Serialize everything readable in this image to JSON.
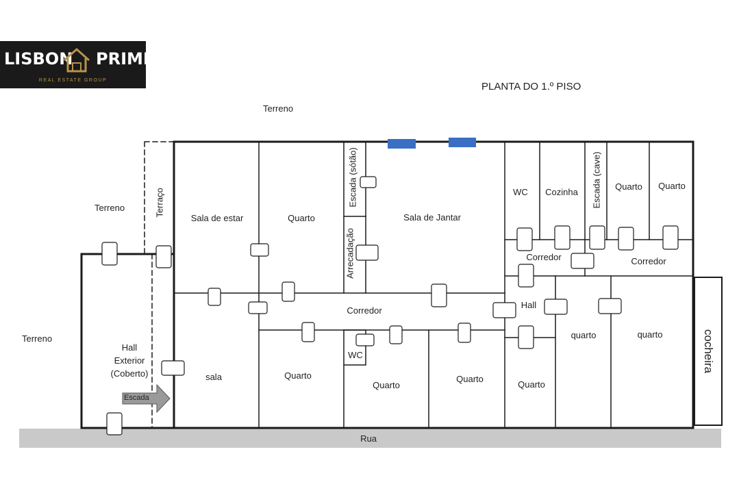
{
  "brand": {
    "left": "LISBON",
    "right": "PRIME",
    "sub": "REAL ESTATE GROUP"
  },
  "title": "PLANTA DO 1.º PISO",
  "surroundings": {
    "terreno_top": "Terreno",
    "terreno_left_upper": "Terreno",
    "terreno_left_lower": "Terreno",
    "rua": "Rua"
  },
  "rooms": {
    "terraco": "Terraço",
    "sala_de_estar": "Sala de estar",
    "quarto_top": "Quarto",
    "escada_sotao": "Escada (sótão)",
    "arrecadacao": "Arrecadação",
    "sala_de_jantar": "Sala de Jantar",
    "wc_top": "WC",
    "cozinha": "Cozinha",
    "escada_cave": "Escada (cave)",
    "quarto_right_1": "Quarto",
    "quarto_right_2": "Quarto",
    "corredor_upper_left": "Corredor",
    "corredor_upper_right": "Corredor",
    "hall": "Hall",
    "corredor_main": "Corredor",
    "hall_exterior_1": "Hall",
    "hall_exterior_2": "Exterior",
    "hall_exterior_3": "(Coberto)",
    "escada": "Escada",
    "sala": "sala",
    "quarto_bottom_1": "Quarto",
    "wc_bottom": "WC",
    "quarto_bottom_2": "Quarto",
    "quarto_bottom_3": "Quarto",
    "quarto_bottom_4": "Quarto",
    "quarto_lower_1": "quarto",
    "quarto_lower_2": "quarto",
    "cocheira": "cocheira"
  },
  "colors": {
    "wall": "#1a1a1a",
    "window": "#3a6fc4",
    "street": "#c9c9c9",
    "arrow": "#9a9a9a",
    "logo_gold": "#b8944a"
  }
}
